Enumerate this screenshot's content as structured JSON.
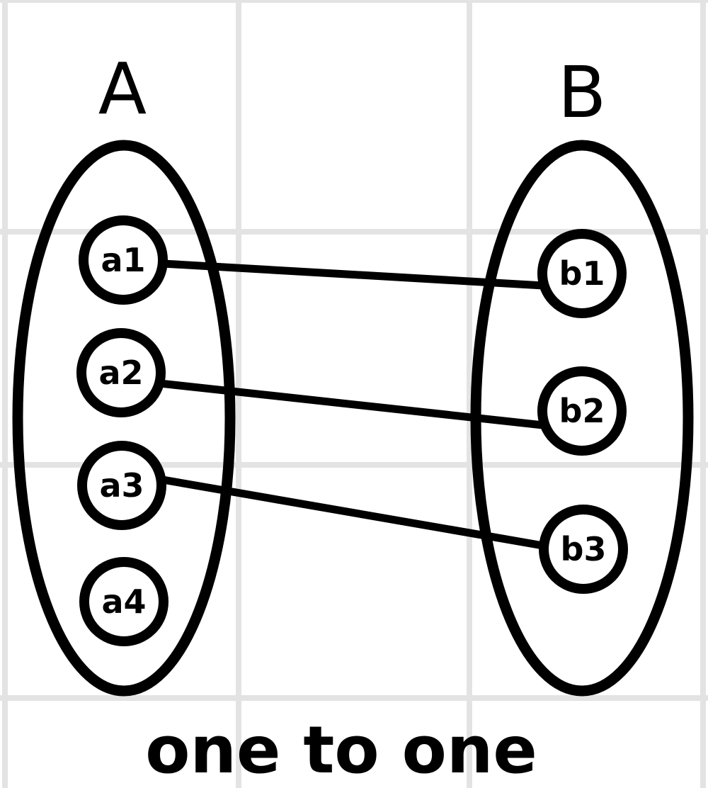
{
  "diagram": {
    "colors": {
      "ink": "#000000",
      "grid": "#e3e3e3",
      "background": "#ffffff"
    },
    "sets": {
      "A": {
        "label": "A",
        "elements": [
          "a1",
          "a2",
          "a3",
          "a4"
        ]
      },
      "B": {
        "label": "B",
        "elements": [
          "b1",
          "b2",
          "b3"
        ]
      }
    },
    "mappings": [
      {
        "from": "a1",
        "to": "b1"
      },
      {
        "from": "a2",
        "to": "b2"
      },
      {
        "from": "a3",
        "to": "b3"
      }
    ],
    "caption": "one to one"
  }
}
